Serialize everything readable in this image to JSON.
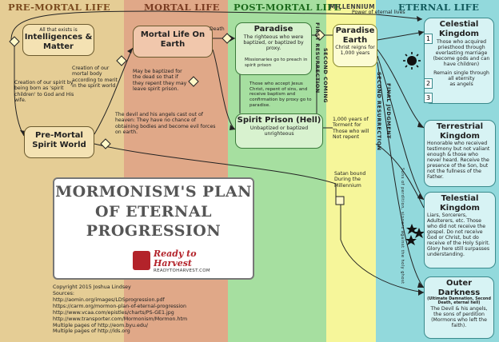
{
  "columns": {
    "premortal": "PRE-MORTAL LIFE",
    "mortal": "MORTAL LIFE",
    "postmortal": "POST-MORTAL LIFE",
    "millennium": "MILLENNIUM",
    "eternal": "ETERNAL LIFE"
  },
  "colors": {
    "premortal": "#e5cd95",
    "mortal": "#e0a888",
    "postmortal": "#a6dfa0",
    "millennium": "#f6f69a",
    "eternal": "#92d9dc"
  },
  "premortal": {
    "intel_small": "All that exists is",
    "intel_head": "Intelligences & Matter",
    "spirit_creation": "Creation of our spirit by being born as 'spirit children' to God and His wife.",
    "world_head": "Pre-Mortal Spirit World",
    "body_creation": "Creation of our mortal body according to merit in the spirit world"
  },
  "mortal": {
    "head": "Mortal Life On Earth",
    "death": "Death",
    "baptism": "May be baptized for the dead so that if they repent they may leave spirit prison.",
    "devil": "The devil and his angels cast out of heaven: They have no chance of obtaining bodies and become evil forces on earth."
  },
  "postmortal": {
    "paradise_head": "Paradise",
    "paradise_text": "The righteous who were baptized, or baptized by proxy.",
    "missionaries": "Missionaries go to preach in spirit prison",
    "accept": "Those who accept Jesus Christ, repent of sins, and receive baptism and confirmation by proxy go to paradise.",
    "prison_head": "Spirit Prison (Hell)",
    "prison_text": "Unbaptized or baptized unrighteous",
    "first_res": "FIRST RESURRECTION",
    "second_coming": "SECOND COMING"
  },
  "millennium": {
    "head": "Paradise Earth",
    "text": "Christ reigns for 1,000 years",
    "torment": "1,000 years of Torment for Those who will Not repent",
    "satan": "Satan bound During the Millennium",
    "second_res": "SECOND RESURRECTION",
    "final_judgment": "FINAL JUDGMENT",
    "perdition_path": "Sons of perdition, sinners against the holy ghost"
  },
  "eternal": {
    "power_label": "Power of eternal lives",
    "celestial_head": "Celestial Kingdom",
    "celestial_1": "Those who acquired priesthood through everlasting marriage (become gods and can have children)",
    "celestial_2": "Remain single through all eternity",
    "celestial_3": "as angels",
    "tier_1": "1",
    "tier_2": "2",
    "tier_3": "3",
    "terrestrial_head": "Terrestrial Kingdom",
    "terrestrial_text": "Honorable who received testimony but not valiant enough & those who never heard. Receive the presence of the Son, but not the fullness of the Father.",
    "telestial_head": "Telestial Kingdom",
    "telestial_text": "Liars, Sorcerers, Adulterers, etc. Those who did not receive the gospel. Do not receive God or Christ, but do receive of the Holy Spirit. Glory here still surpasses understanding.",
    "outer_head": "Outer Darkness",
    "outer_sub": "(Ultimate Damnation, Second Death, eternal hell)",
    "outer_text": "The Devil & his angels, the sons of perdition (Mormons who left the faith)."
  },
  "title": {
    "line1": "MORMONISM'S PLAN",
    "line2": "OF ETERNAL",
    "line3": "PROGRESSION"
  },
  "logo": {
    "line1": "Ready to",
    "line2": "Harvest",
    "url": "READYTOHARVEST.COM"
  },
  "credits": [
    "Copyright 2015 Joshua Lindsey",
    "Sources:",
    "http://aomin.org/images/LDSprogression.pdf",
    "https://carm.org/mormon-plan-of-eternal-progression",
    "http://www.vcaa.com/epistles/charts/PS-GE1.jpg",
    "http://www.transporter.com/Mormonism/Mormon.htm",
    "Multiple pages of http://eom.byu.edu/",
    "Multiple pages of http://lds.org"
  ]
}
